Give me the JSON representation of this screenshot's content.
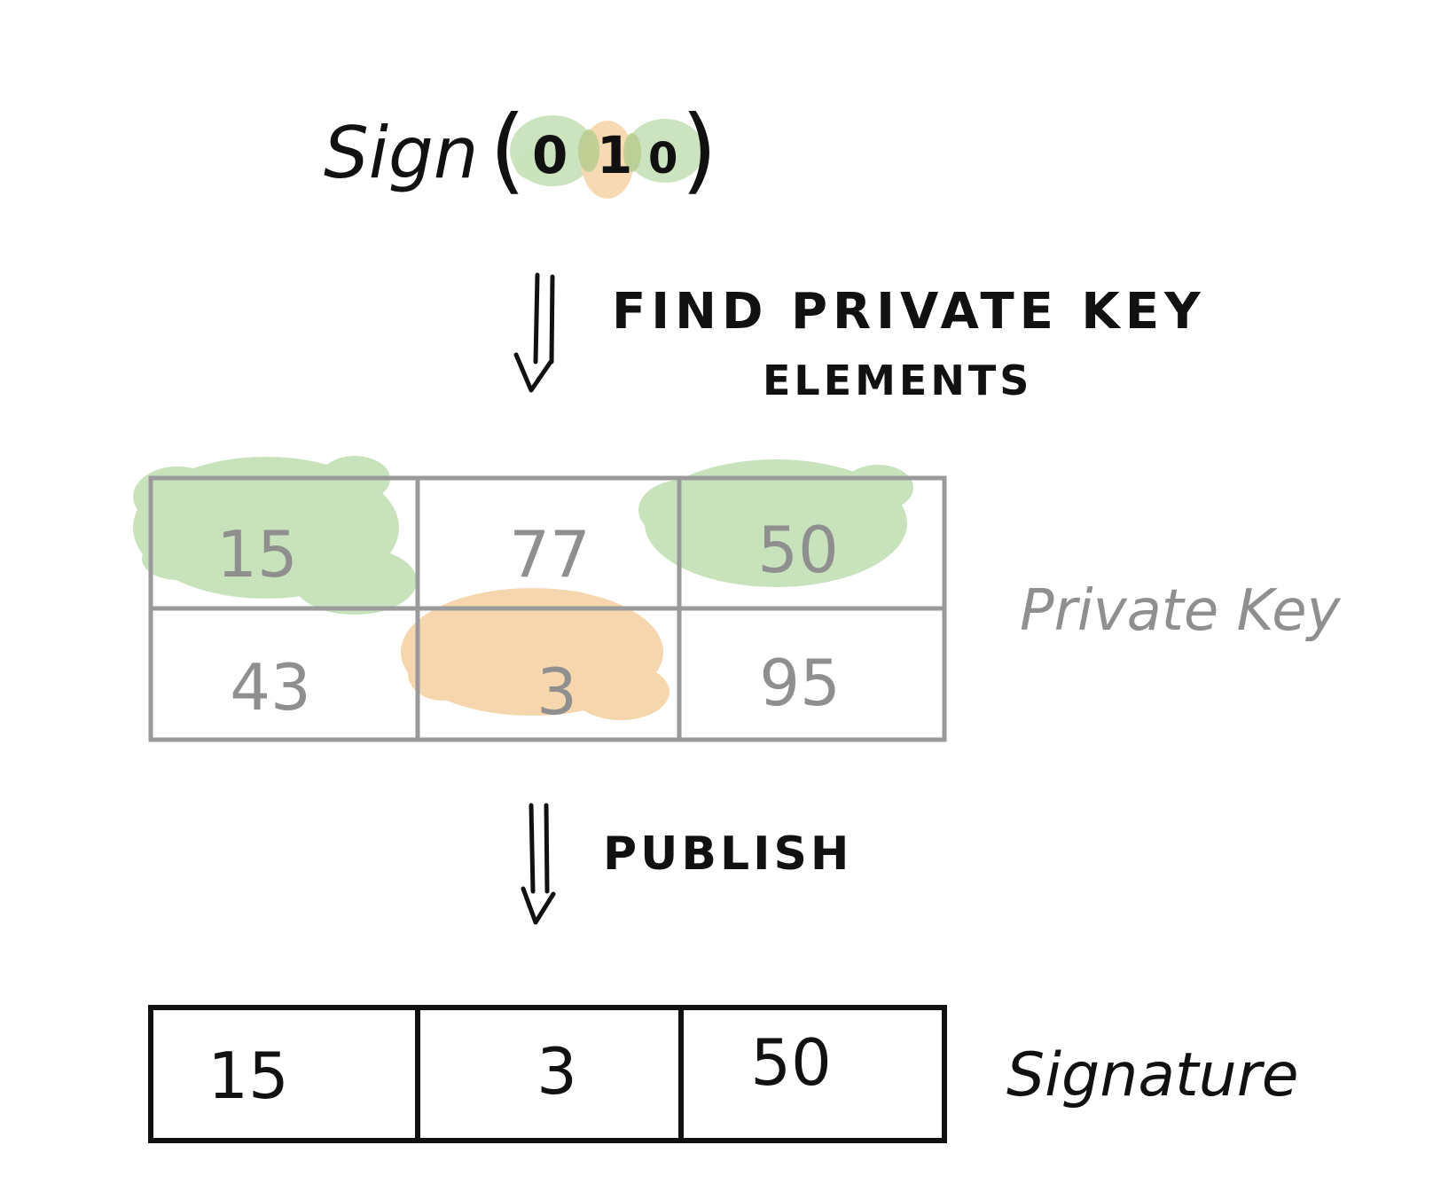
{
  "title": {
    "func": "Sign",
    "open_paren": "(",
    "message_bits": [
      "0",
      "1",
      "0"
    ],
    "close_paren": ")"
  },
  "step1": {
    "line1": "FIND PRIVATE KEY",
    "line2": "ELEMENTS"
  },
  "private_key": {
    "label": "Private Key",
    "rows": [
      [
        "15",
        "77",
        "50"
      ],
      [
        "43",
        "3",
        "95"
      ]
    ],
    "highlight_row_for_bit": {
      "0": 0,
      "1": 1
    },
    "colors": {
      "bit0": "#c8e3bc",
      "bit1": "#f6d6ac",
      "grid": "#9a9a9a",
      "text": "#8f8f8f"
    }
  },
  "step2": {
    "label": "PUBLISH"
  },
  "signature": {
    "label": "Signature",
    "cells": [
      "15",
      "3",
      "50"
    ],
    "colors": {
      "grid": "#111111",
      "text": "#111111"
    }
  }
}
